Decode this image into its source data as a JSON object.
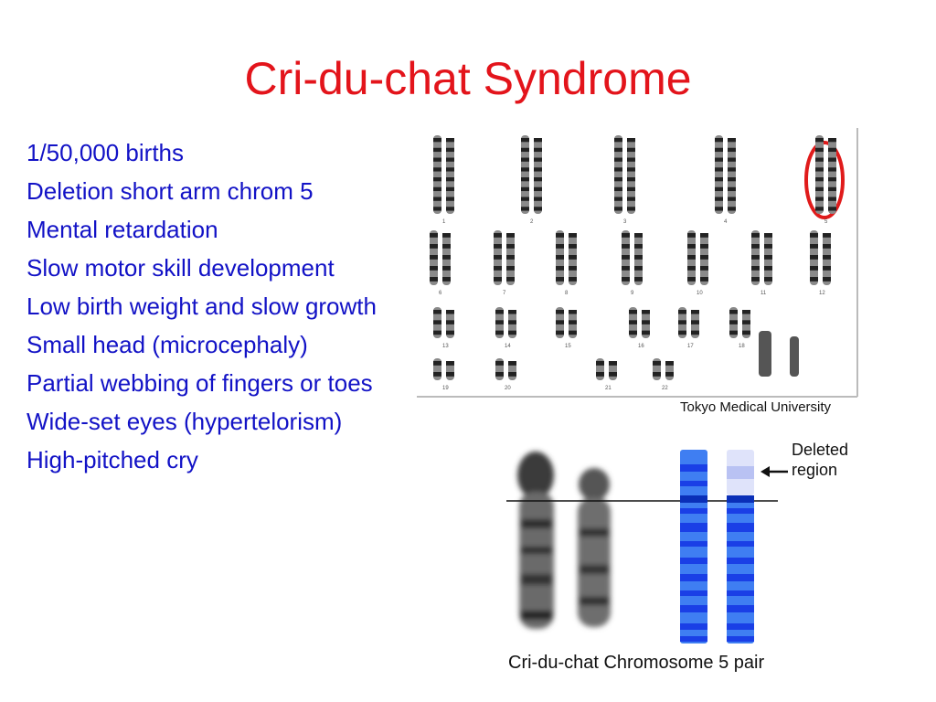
{
  "slide": {
    "title": "Cri-du-chat Syndrome",
    "bullets": [
      "1/50,000 births",
      "Deletion short arm chrom 5",
      "Mental retardation",
      "Slow motor skill development",
      "Low birth weight and slow growth",
      "Small head (microcephaly)",
      "Partial webbing of fingers or toes",
      "Wide-set eyes (hypertelorism)",
      "High-pitched cry"
    ]
  },
  "karyotype": {
    "credit": "Tokyo Medical University",
    "labels": [
      "1",
      "2",
      "3",
      "4",
      "5",
      "6",
      "7",
      "8",
      "9",
      "10",
      "11",
      "12",
      "13",
      "14",
      "15",
      "16",
      "17",
      "18",
      "19",
      "20",
      "21",
      "22"
    ]
  },
  "chromosome_pair": {
    "deleted_label": "Deleted region",
    "caption": "Cri-du-chat Chromosome 5 pair"
  },
  "colors": {
    "title": "#e3141b",
    "text": "#1212c6",
    "chromosome_band": "#1a3fe6",
    "circle": "#e01b1b"
  }
}
